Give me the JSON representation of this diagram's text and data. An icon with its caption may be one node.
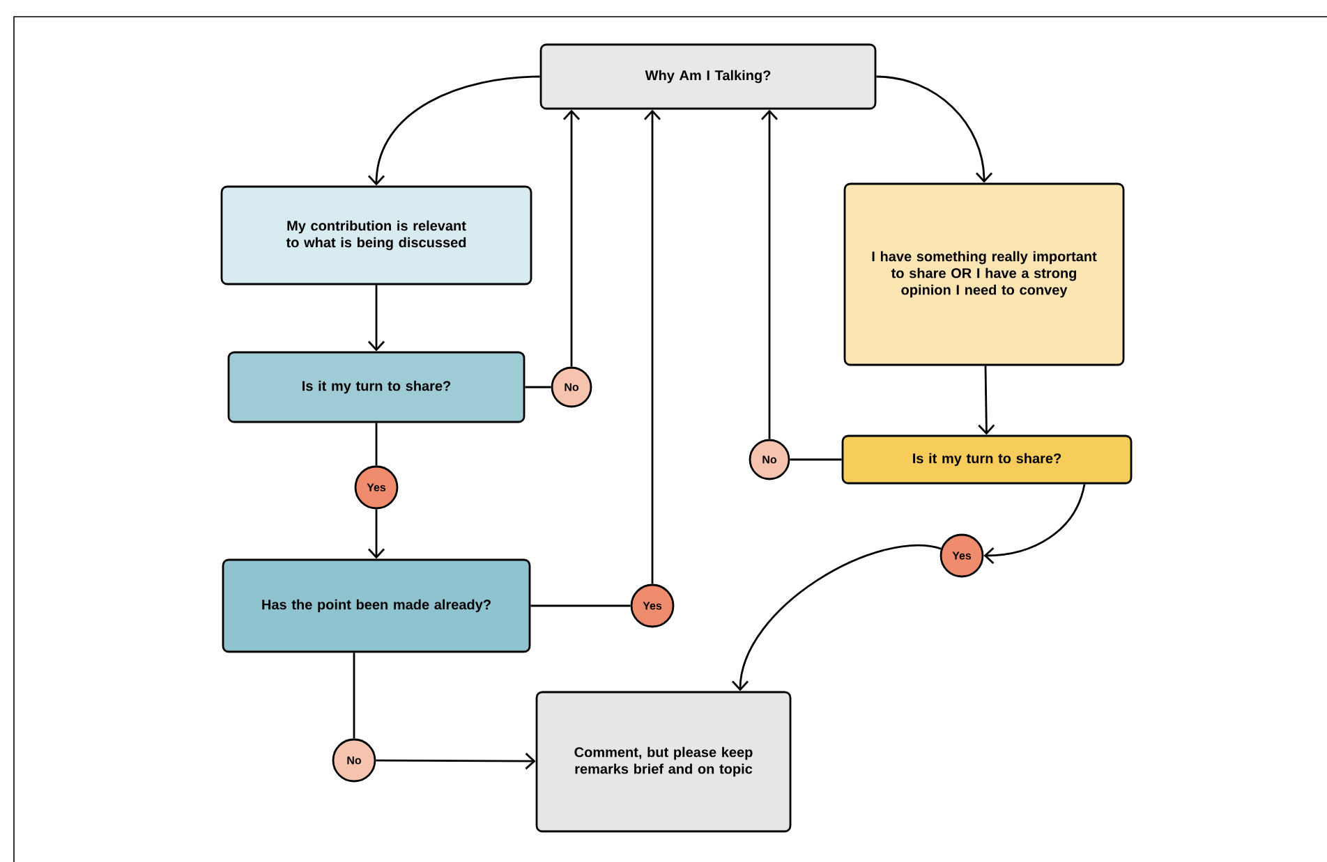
{
  "diagram": {
    "nodes": [
      {
        "text": [
          "Why Am I Talking?"
        ]
      },
      {
        "text": [
          "My contribution is relevant to what is being discussed"
        ]
      },
      {
        "text": [
          "Is it my turn to share?"
        ]
      },
      {
        "text": [
          "No"
        ]
      },
      {
        "text": [
          "Yes"
        ]
      },
      {
        "text": [
          "Has the point been made already?"
        ]
      },
      {
        "text": [
          "Yes"
        ]
      },
      {
        "text": [
          "No"
        ]
      },
      {
        "text": [
          "Comment, but please keep remarks brief and on topic"
        ]
      },
      {
        "text": [
          "I have something really important to share OR I have a strong opinion I need to convey"
        ]
      },
      {
        "text": [
          "No"
        ]
      },
      {
        "text": [
          "Is it my turn to share?"
        ]
      },
      {
        "text": [
          "Yes"
        ]
      }
    ],
    "edges": [
      {
        "from": 0,
        "to": 1,
        "arrow": "to"
      },
      {
        "from": 0,
        "to": 9,
        "arrow": "to"
      },
      {
        "from": 1,
        "to": 2,
        "arrow": "to"
      },
      {
        "from": 2,
        "to": 3,
        "arrow": "none"
      },
      {
        "from": 3,
        "to": 0,
        "arrow": "to"
      },
      {
        "from": 2,
        "to": 4,
        "arrow": "none"
      },
      {
        "from": 4,
        "to": 5,
        "arrow": "to"
      },
      {
        "from": 5,
        "to": 6,
        "arrow": "none"
      },
      {
        "from": 6,
        "to": 0,
        "arrow": "to"
      },
      {
        "from": 5,
        "to": 7,
        "arrow": "none"
      },
      {
        "from": 7,
        "to": 8,
        "arrow": "to"
      },
      {
        "from": 9,
        "to": 11,
        "arrow": "to"
      },
      {
        "from": 11,
        "to": 10,
        "arrow": "none"
      },
      {
        "from": 10,
        "to": 0,
        "arrow": "to"
      },
      {
        "from": 11,
        "to": 12,
        "arrow": "to"
      },
      {
        "from": 12,
        "to": 8,
        "arrow": "to"
      }
    ]
  }
}
